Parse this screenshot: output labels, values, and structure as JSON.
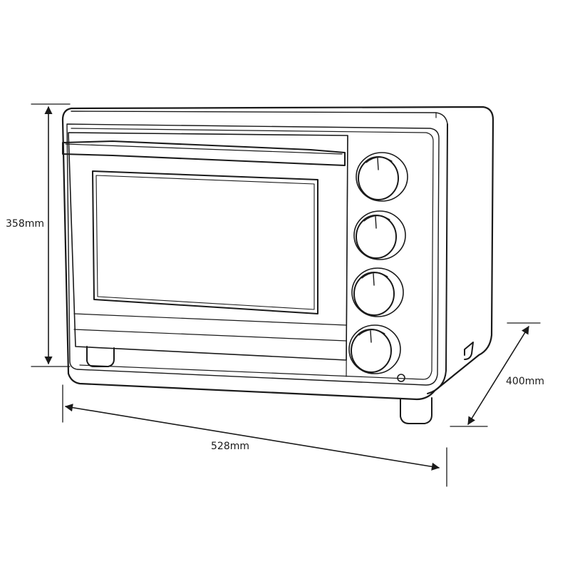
{
  "dimensions": {
    "height": "358mm",
    "width": "528mm",
    "depth": "400mm"
  },
  "product": {
    "knob_count": 4,
    "indicator_light": true
  },
  "colors": {
    "stroke": "#1a1a1a",
    "background": "#ffffff"
  }
}
